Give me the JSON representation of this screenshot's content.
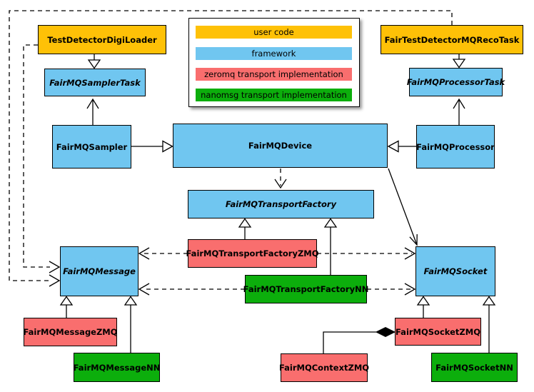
{
  "title": "FairMQ class diagram",
  "colors": {
    "user_code": "#fec107",
    "framework": "#70c6f0",
    "zeromq": "#f96e6e",
    "nanomsg": "#0cae0c",
    "border": "#000000",
    "background": "#ffffff"
  },
  "legend": {
    "items": [
      {
        "label": "user code",
        "color_key": "user_code"
      },
      {
        "label": "framework",
        "color_key": "framework"
      },
      {
        "label": "zeromq transport implementation",
        "color_key": "zeromq"
      },
      {
        "label": "nanomsg transport implementation",
        "color_key": "nanomsg"
      }
    ]
  },
  "nodes": {
    "digi_loader": {
      "label": "TestDetectorDigiLoader",
      "category": "user_code",
      "abstract": false
    },
    "reco_task": {
      "label": "FairTestDetectorMQRecoTask",
      "category": "user_code",
      "abstract": false
    },
    "sampler_task": {
      "label": "FairMQSamplerTask",
      "category": "framework",
      "abstract": true
    },
    "processor_task": {
      "label": "FairMQProcessorTask",
      "category": "framework",
      "abstract": true
    },
    "sampler": {
      "label": "FairMQSampler",
      "category": "framework",
      "abstract": false
    },
    "device": {
      "label": "FairMQDevice",
      "category": "framework",
      "abstract": false
    },
    "processor": {
      "label": "FairMQProcessor",
      "category": "framework",
      "abstract": false
    },
    "transport_factory": {
      "label": "FairMQTransportFactory",
      "category": "framework",
      "abstract": true
    },
    "tf_zmq": {
      "label": "FairMQTransportFactoryZMQ",
      "category": "zeromq",
      "abstract": false
    },
    "tf_nn": {
      "label": "FairMQTransportFactoryNN",
      "category": "nanomsg",
      "abstract": false
    },
    "message": {
      "label": "FairMQMessage",
      "category": "framework",
      "abstract": true
    },
    "socket": {
      "label": "FairMQSocket",
      "category": "framework",
      "abstract": true
    },
    "message_zmq": {
      "label": "FairMQMessageZMQ",
      "category": "zeromq",
      "abstract": false
    },
    "message_nn": {
      "label": "FairMQMessageNN",
      "category": "nanomsg",
      "abstract": false
    },
    "socket_zmq": {
      "label": "FairMQSocketZMQ",
      "category": "zeromq",
      "abstract": false
    },
    "socket_nn": {
      "label": "FairMQSocketNN",
      "category": "nanomsg",
      "abstract": false
    },
    "context_zmq": {
      "label": "FairMQContextZMQ",
      "category": "zeromq",
      "abstract": false
    }
  },
  "relations": [
    {
      "from": "TestDetectorDigiLoader",
      "to": "FairMQSamplerTask",
      "type": "inheritance"
    },
    {
      "from": "FairTestDetectorMQRecoTask",
      "to": "FairMQProcessorTask",
      "type": "inheritance"
    },
    {
      "from": "FairMQSampler",
      "to": "FairMQSamplerTask",
      "type": "association"
    },
    {
      "from": "FairMQProcessor",
      "to": "FairMQProcessorTask",
      "type": "association"
    },
    {
      "from": "FairMQSampler",
      "to": "FairMQDevice",
      "type": "inheritance"
    },
    {
      "from": "FairMQProcessor",
      "to": "FairMQDevice",
      "type": "inheritance"
    },
    {
      "from": "FairMQDevice",
      "to": "FairMQTransportFactory",
      "type": "dependency"
    },
    {
      "from": "FairMQDevice",
      "to": "FairMQSocket",
      "type": "association"
    },
    {
      "from": "FairMQTransportFactoryZMQ",
      "to": "FairMQTransportFactory",
      "type": "inheritance"
    },
    {
      "from": "FairMQTransportFactoryNN",
      "to": "FairMQTransportFactory",
      "type": "inheritance"
    },
    {
      "from": "FairMQTransportFactoryZMQ",
      "to": "FairMQMessage",
      "type": "dependency"
    },
    {
      "from": "FairMQTransportFactoryZMQ",
      "to": "FairMQSocket",
      "type": "dependency"
    },
    {
      "from": "FairMQTransportFactoryNN",
      "to": "FairMQMessage",
      "type": "dependency"
    },
    {
      "from": "FairMQTransportFactoryNN",
      "to": "FairMQSocket",
      "type": "dependency"
    },
    {
      "from": "FairMQMessageZMQ",
      "to": "FairMQMessage",
      "type": "inheritance"
    },
    {
      "from": "FairMQMessageNN",
      "to": "FairMQMessage",
      "type": "inheritance"
    },
    {
      "from": "FairMQSocketZMQ",
      "to": "FairMQSocket",
      "type": "inheritance"
    },
    {
      "from": "FairMQSocketNN",
      "to": "FairMQSocket",
      "type": "inheritance"
    },
    {
      "from": "FairMQContextZMQ",
      "to": "FairMQSocketZMQ",
      "type": "composition"
    },
    {
      "from": "TestDetectorDigiLoader",
      "to": "FairMQMessage",
      "type": "dependency"
    },
    {
      "from": "FairTestDetectorMQRecoTask",
      "to": "FairMQMessage",
      "type": "dependency"
    }
  ]
}
